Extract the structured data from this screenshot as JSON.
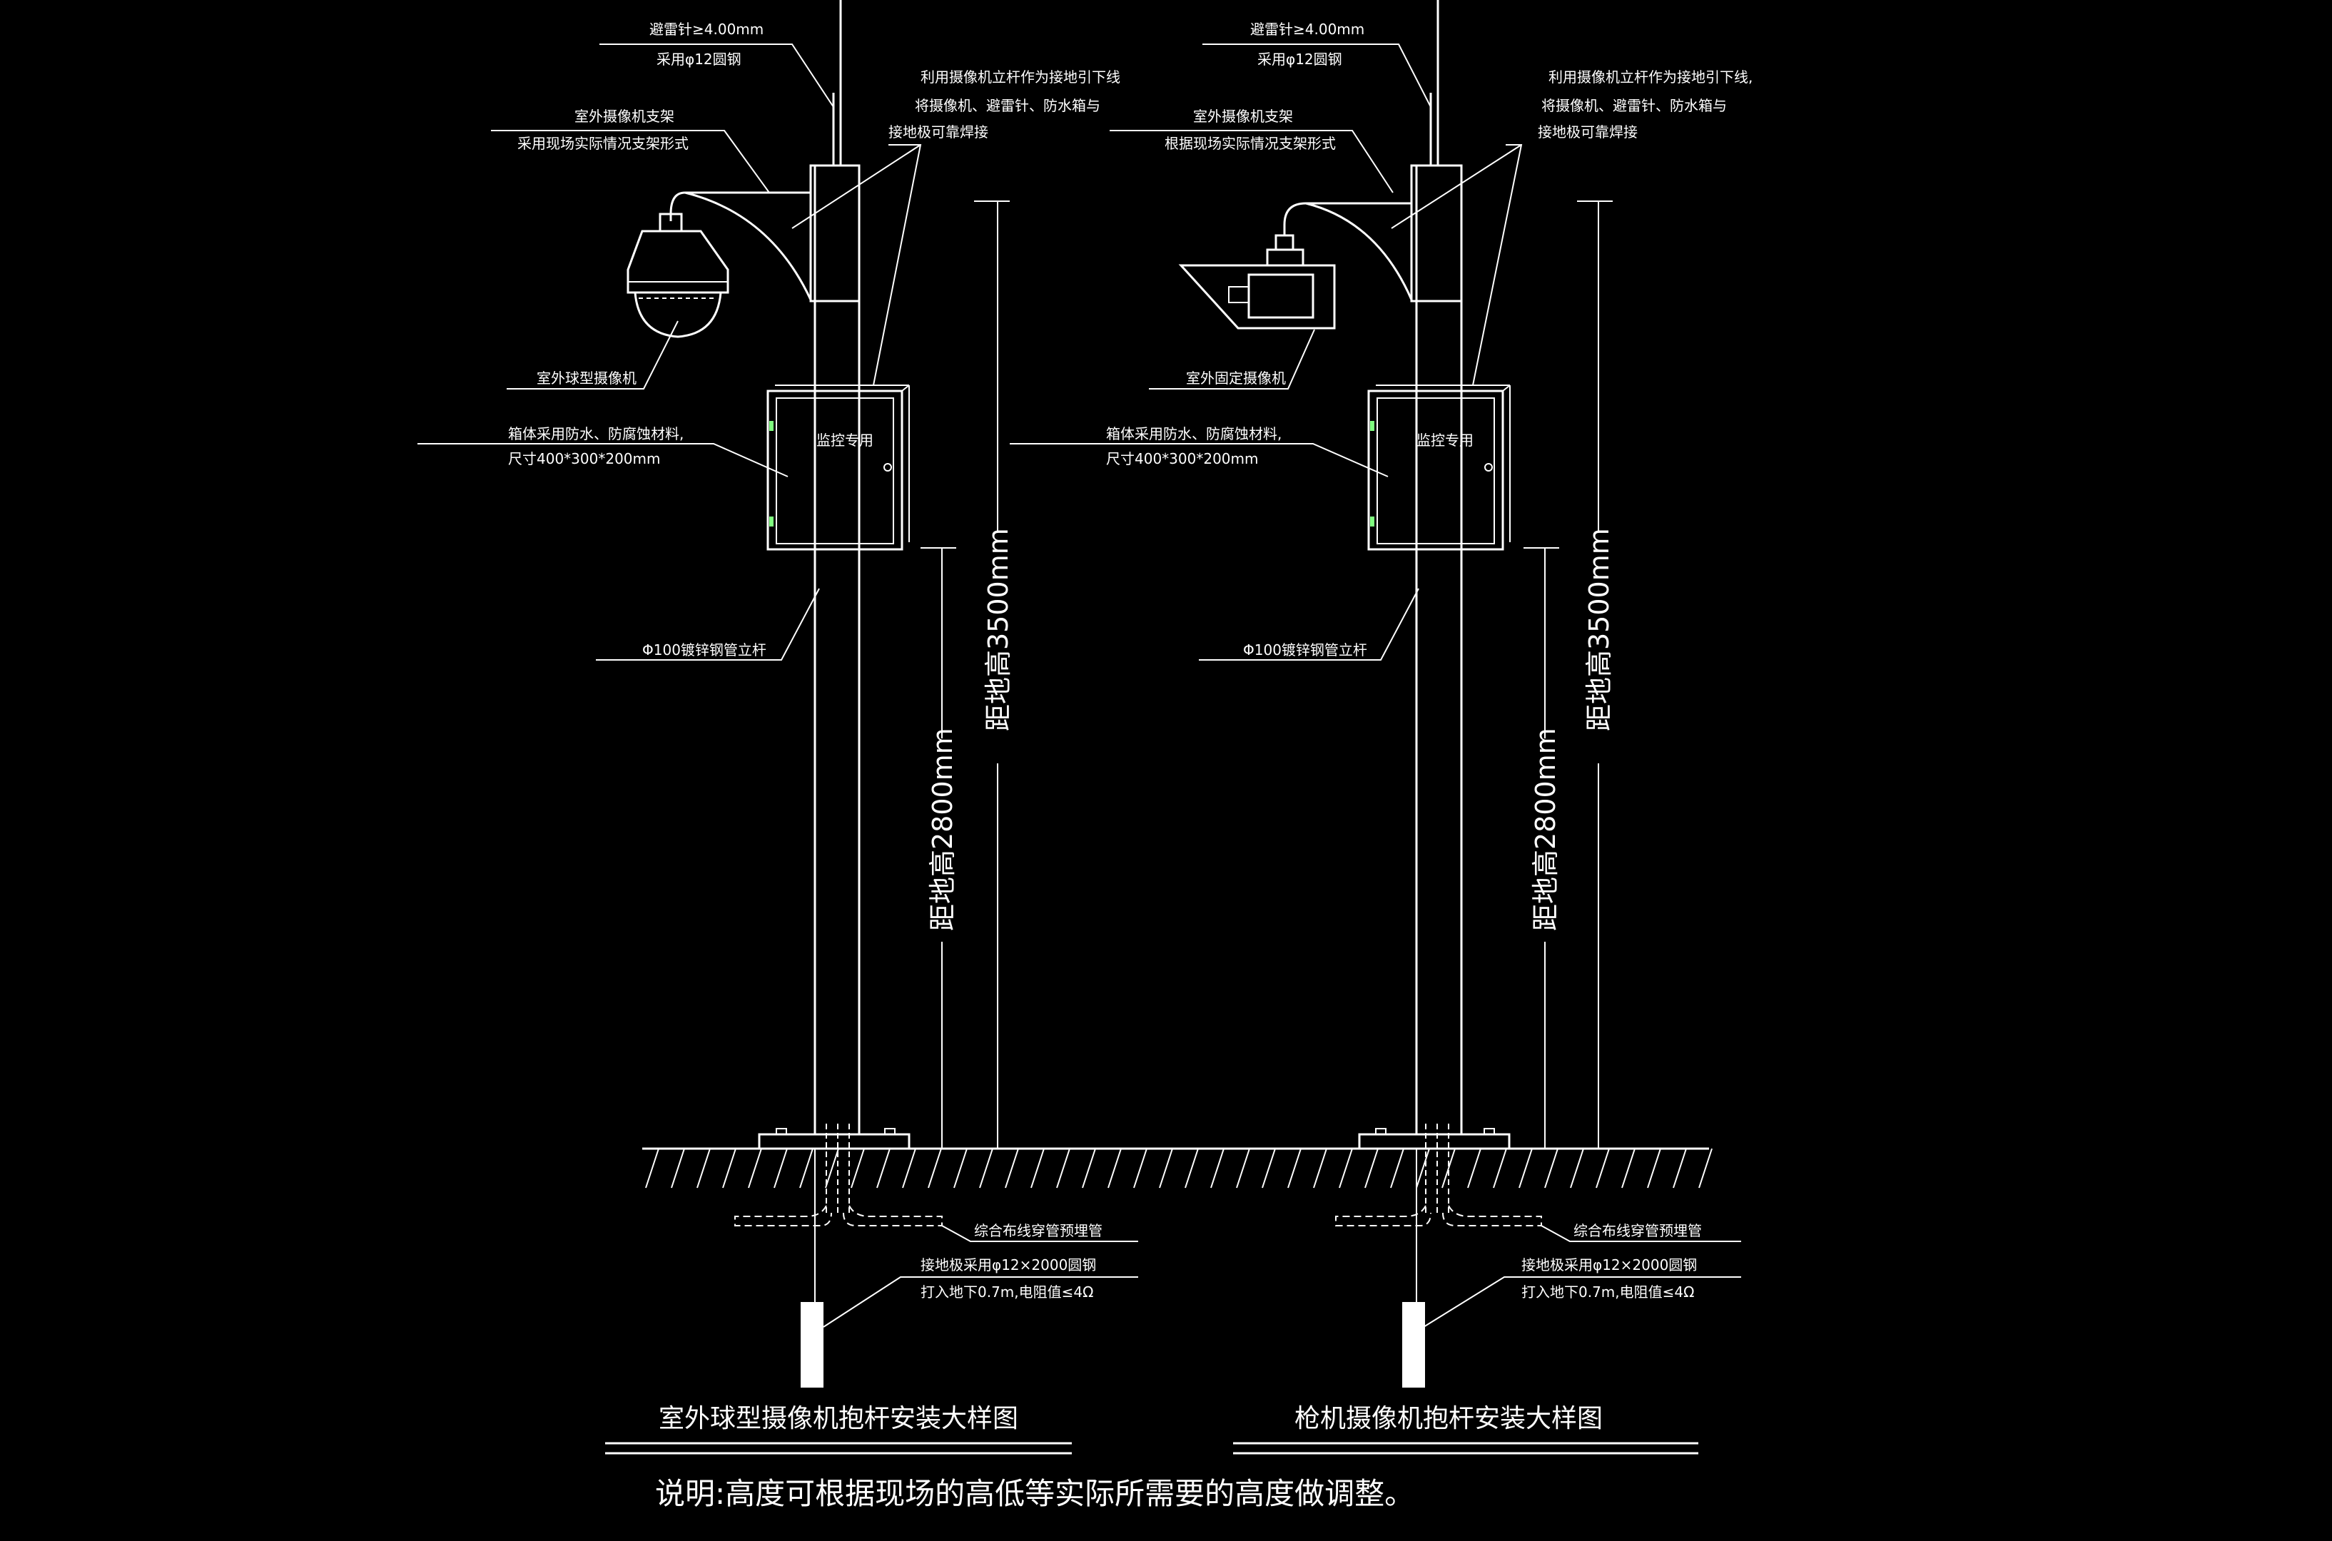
{
  "colors": {
    "background": "#000000",
    "stroke": "#ffffff",
    "terminal": "#7fff7f"
  },
  "left": {
    "title": "室外球型摄像机抱杆安装大样图",
    "labels": {
      "rod_1": "避雷针≥4.00mm",
      "rod_2": "采用φ12圆钢",
      "arm_1": "室外摄像机支架",
      "arm_2": "采用现场实际情况支架形式",
      "ground_1": "利用摄像机立杆作为接地引下线",
      "ground_2": "将摄像机、避雷针、防水箱与",
      "ground_3": "接地极可靠焊接",
      "camera": "室外球型摄像机",
      "box_1": "箱体采用防水、防腐蚀材料,",
      "box_2": "尺寸400*300*200mm",
      "box_inner": "监控专用",
      "pole": "Φ100镀锌钢管立杆",
      "pipe": "综合布线穿管预埋管",
      "electrode_1": "接地极采用φ12×2000圆钢",
      "electrode_2": "打入地下0.7m,电阻值≤4Ω",
      "dim_35": "距地高3500mm",
      "dim_28": "距地高2800mm"
    }
  },
  "right": {
    "title": "枪机摄像机抱杆安装大样图",
    "labels": {
      "rod_1": "避雷针≥4.00mm",
      "rod_2": "采用φ12圆钢",
      "arm_1": "室外摄像机支架",
      "arm_2": "根据现场实际情况支架形式",
      "ground_1": "利用摄像机立杆作为接地引下线,",
      "ground_2": "将摄像机、避雷针、防水箱与",
      "ground_3": "接地极可靠焊接",
      "camera": "室外固定摄像机",
      "box_1": "箱体采用防水、防腐蚀材料,",
      "box_2": "尺寸400*300*200mm",
      "box_inner": "监控专用",
      "pole": "Φ100镀锌钢管立杆",
      "pipe": "综合布线穿管预埋管",
      "electrode_1": "接地极采用φ12×2000圆钢",
      "electrode_2": "打入地下0.7m,电阻值≤4Ω",
      "dim_35": "距地高3500mm",
      "dim_28": "距地高2800mm"
    }
  },
  "note": "说明:高度可根据现场的高低等实际所需要的高度做调整。"
}
